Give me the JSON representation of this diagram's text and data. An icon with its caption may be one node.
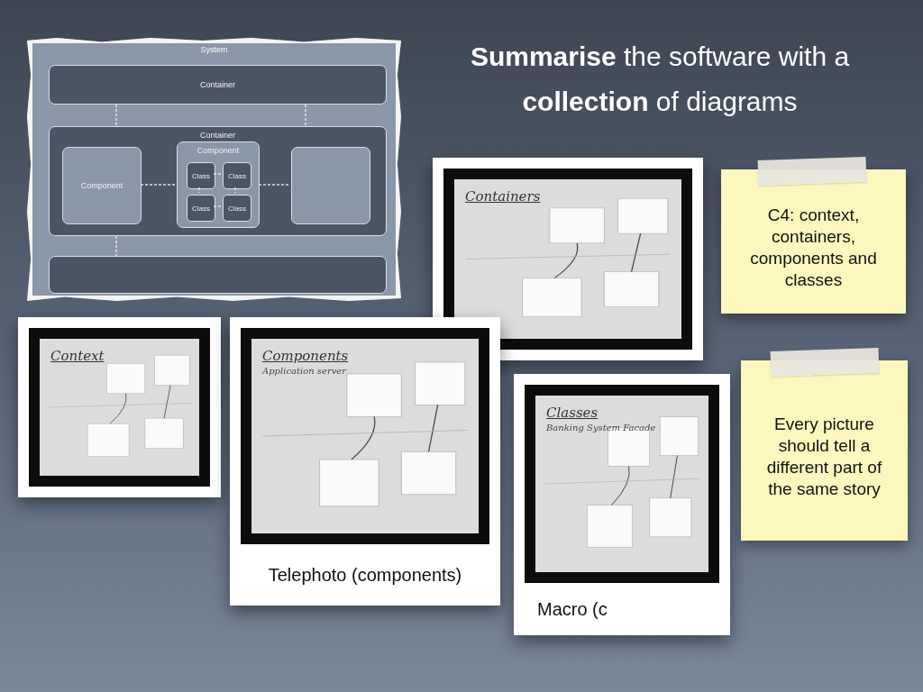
{
  "diagram": {
    "title": "**Summarise** the software with a **collection** of diagrams",
    "nodes": [
      {
        "text": [
          "System"
        ]
      },
      {
        "text": [
          "Container"
        ],
        "in": 0
      },
      {
        "text": [
          "Container"
        ],
        "in": 0
      },
      {
        "text": [
          "Component"
        ],
        "in": 2
      },
      {
        "text": [
          "Component"
        ],
        "in": 2
      },
      {
        "text": [
          "Class"
        ],
        "in": 4
      },
      {
        "text": [
          "Class"
        ],
        "in": 4
      },
      {
        "text": [
          "Class"
        ],
        "in": 4
      },
      {
        "text": [
          "Class"
        ],
        "in": 4
      },
      {
        "text": [],
        "shape": "box",
        "in": 2
      },
      {
        "text": [],
        "shape": "box",
        "in": 0
      },
      {
        "text": [
          "Context"
        ]
      },
      {
        "text": [
          "Containers"
        ]
      },
      {
        "text": [
          "Components",
          "Application server",
          "Telephoto (components)"
        ]
      },
      {
        "text": [
          "Classes",
          "Banking System Facade",
          "Macro (c"
        ]
      },
      {
        "text": [
          "C4: context, containers, components and classes"
        ]
      },
      {
        "text": [
          "Every picture should tell a different part of the same story"
        ]
      }
    ],
    "edges": [
      {
        "from": 1,
        "to": 2,
        "arrow": "none",
        "style": "dashed"
      },
      {
        "from": 1,
        "to": 2,
        "arrow": "none",
        "style": "dashed"
      },
      {
        "from": 2,
        "to": 10,
        "arrow": "none",
        "style": "dashed"
      },
      {
        "from": 3,
        "to": 4,
        "arrow": "none",
        "style": "dashed"
      },
      {
        "from": 4,
        "to": 9,
        "arrow": "none",
        "style": "dashed"
      },
      {
        "from": 5,
        "to": 6,
        "arrow": "none",
        "style": "dashed"
      },
      {
        "from": 5,
        "to": 7,
        "arrow": "none",
        "style": "dashed"
      },
      {
        "from": 6,
        "to": 8,
        "arrow": "none",
        "style": "dashed"
      },
      {
        "from": 7,
        "to": 8,
        "arrow": "none",
        "style": "dashed"
      }
    ]
  }
}
